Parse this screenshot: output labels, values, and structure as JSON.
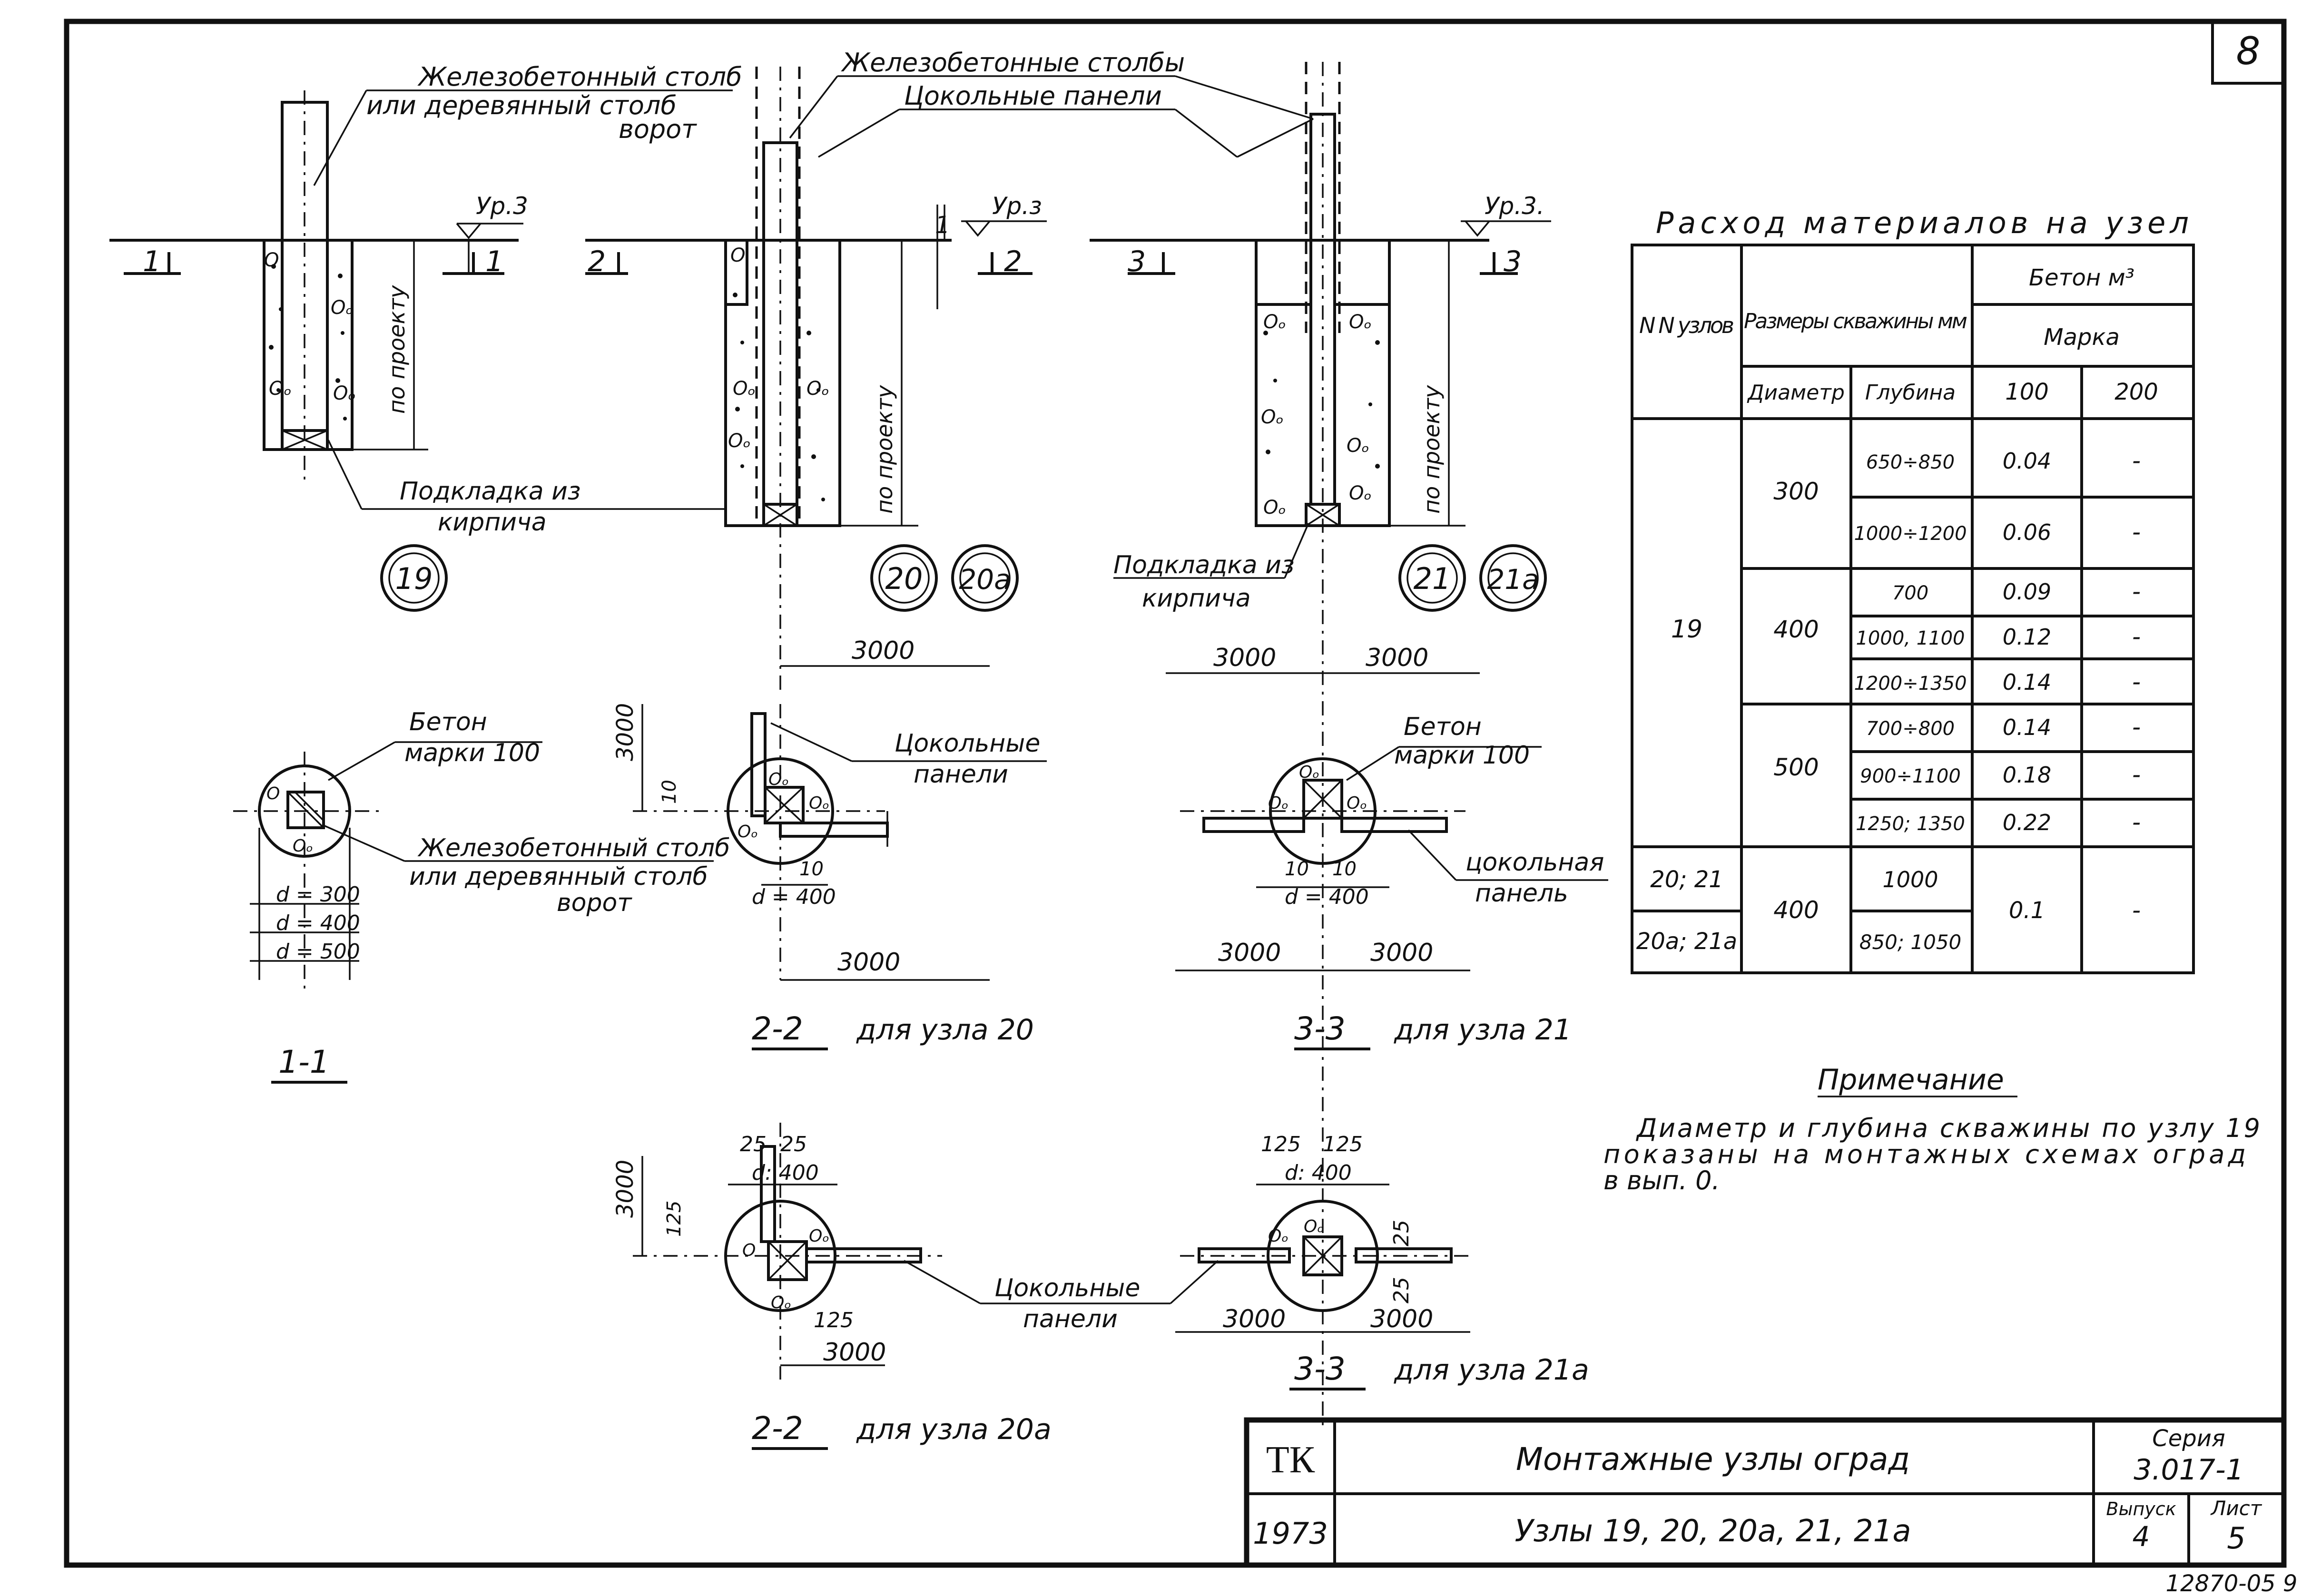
{
  "sheet_corner_number": "8",
  "bottom_code": "12870-05 9",
  "elevation_labels": {
    "n19_post": "Железобетонный столб",
    "n19_post_alt": "или деревянный столб",
    "n19_post_alt2": "ворот",
    "level": "Ур.3",
    "level_b": "Ур.з",
    "level_c": "Ур.3.",
    "by_project": "по проекту",
    "pad": "Подкладка из",
    "pad2": "кирпича",
    "n20_posts": "Железобетонные столбы",
    "plinth_panels": "Цокольные панели",
    "sec1": "1",
    "sec2": "2",
    "sec3": "3",
    "dim_3000": "3000",
    "node19": "19",
    "node20": "20",
    "node20a": "20а",
    "node21": "21",
    "node21a": "21а"
  },
  "plan_labels": {
    "concrete": "Бетон",
    "grade100": "марки 100",
    "post": "Железобетонный столб",
    "post_alt": "или деревянный столб",
    "post_alt2": "ворот",
    "d300": "d = 300",
    "d400": "d = 400",
    "d500": "d = 500",
    "d_400": "d = 400",
    "d400b": "d: 400",
    "plinth_panels": "Цокольные",
    "plinth_panels2": "панели",
    "plinth_panel": "цокольная",
    "plinth_panel2": "панель",
    "dim10": "10",
    "dim25": "25",
    "dim125": "125",
    "dim3000": "3000",
    "title_11": "1-1",
    "title_22": "2-2",
    "title_22_sub": "для узла 20",
    "title_33": "3-3",
    "title_33_sub": "для узла 21",
    "title_22a_sub": "для узла 20а",
    "title_33a_sub": "для узла 21а",
    "plinth_bottom": "Цокольные",
    "plinth_bottom2": "панели"
  },
  "table": {
    "caption": "Расход материалов на узел",
    "h_nodes": "N N узлов",
    "h_size": "Размеры скважины мм",
    "h_diam": "Диаметр",
    "h_depth": "Глубина",
    "h_concrete": "Бетон м³",
    "h_grade": "Марка",
    "h_100": "100",
    "h_200": "200",
    "rows": [
      {
        "node": "19",
        "diam": "300",
        "depth": "650÷850",
        "c100": "0.04",
        "c200": "-"
      },
      {
        "node": "",
        "diam": "",
        "depth": "1000÷1200",
        "c100": "0.06",
        "c200": "-"
      },
      {
        "node": "",
        "diam": "400",
        "depth": "700",
        "c100": "0.09",
        "c200": "-"
      },
      {
        "node": "",
        "diam": "",
        "depth": "1000, 1100",
        "c100": "0.12",
        "c200": "-"
      },
      {
        "node": "",
        "diam": "",
        "depth": "1200÷1350",
        "c100": "0.14",
        "c200": "-"
      },
      {
        "node": "",
        "diam": "500",
        "depth": "700÷800",
        "c100": "0.14",
        "c200": "-"
      },
      {
        "node": "",
        "diam": "",
        "depth": "900÷1100",
        "c100": "0.18",
        "c200": "-"
      },
      {
        "node": "",
        "diam": "",
        "depth": "1250; 1350",
        "c100": "0.22",
        "c200": "-"
      },
      {
        "node": "20; 21",
        "diam": "400",
        "depth": "1000",
        "c100": "0.1",
        "c200": "-"
      },
      {
        "node": "20а; 21а",
        "diam": "",
        "depth": "850; 1050",
        "c100": "",
        "c200": ""
      }
    ]
  },
  "note": {
    "title": "Примечание",
    "line1": "Диаметр и глубина скважины по узлу 19",
    "line2": "показаны на монтажных схемах оград",
    "line3": "в вып. 0."
  },
  "title_block": {
    "org": "ТК",
    "year": "1973",
    "title": "Монтажные узлы оград",
    "subtitle": "Узлы 19, 20, 20а, 21, 21а",
    "series_label": "Серия",
    "series": "3.017-1",
    "issue_label": "Выпуск",
    "issue": "4",
    "sheet_label": "Лист",
    "sheet": "5"
  }
}
